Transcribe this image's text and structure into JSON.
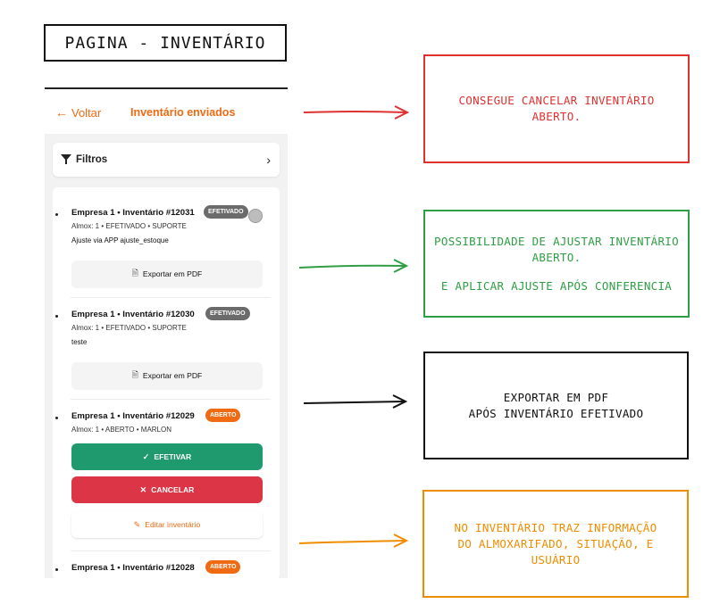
{
  "page_title": "PAGINA - INVENTÁRIO",
  "app": {
    "back_label": "Voltar",
    "header_title": "Inventário enviados",
    "filters_label": "Filtros",
    "items": [
      {
        "title": "Empresa 1 • Inventário #12031",
        "badge": "EFETIVADO",
        "subtitle": "Almox: 1 • EFETIVADO • SUPORTE",
        "note": "Ajuste via APP ajuste_estoque",
        "pdf_button": "Exportar em PDF"
      },
      {
        "title": "Empresa 1 • Inventário #12030",
        "badge": "EFETIVADO",
        "subtitle": "Almox: 1 • EFETIVADO • SUPORTE",
        "note": "teste",
        "pdf_button": "Exportar em PDF"
      },
      {
        "title": "Empresa 1 • Inventário #12029",
        "badge": "ABERTO",
        "subtitle": "Almox: 1 • ABERTO • MARLON",
        "efetivar_button": "EFETIVAR",
        "cancelar_button": "CANCELAR",
        "editar_button": "Editar inventário"
      },
      {
        "title": "Empresa 1 • Inventário #12028",
        "badge": "ABERTO"
      }
    ]
  },
  "annotations": {
    "red": {
      "lines": [
        "CONSEGUE CANCELAR INVENTÁRIO",
        "ABERTO."
      ],
      "color": "#e03131"
    },
    "green": {
      "lines": [
        "POSSIBILIDADE DE AJUSTAR INVENTÁRIO",
        "ABERTO."
      ],
      "extra": "E APLICAR AJUSTE APÓS CONFERENCIA",
      "color": "#2f9e44"
    },
    "black": {
      "lines": [
        "EXPORTAR EM PDF",
        "APÓS INVENTÁRIO EFETIVADO"
      ],
      "color": "#111111"
    },
    "orange": {
      "lines": [
        "NO INVENTÁRIO TRAZ INFORMAÇÃO",
        "DO ALMOXARIFADO, SITUAÇÃO, E",
        "USUÁRIO"
      ],
      "color": "#f08c00"
    }
  },
  "colors": {
    "accent": "#f06a14",
    "efetivar": "#1f9a6f",
    "cancelar": "#dc3545",
    "badge_efetivado": "#6b6b6b"
  },
  "icons": {
    "back": "arrow-left-icon",
    "filter": "filter-icon",
    "chevron": "chevron-right-icon",
    "pdf": "file-pdf-icon",
    "check": "check-icon",
    "close": "x-icon",
    "edit": "edit-icon"
  }
}
